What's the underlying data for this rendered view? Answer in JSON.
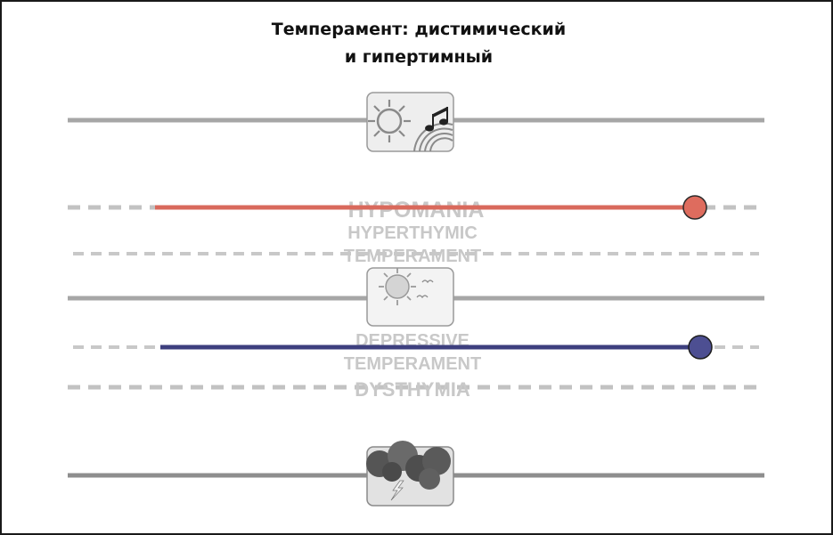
{
  "title": {
    "line1": "Темперамент: дистимический",
    "line2": "и гипертимный"
  },
  "labels": {
    "hypomania": "HYPOMANIA",
    "hyperthymic_1": "HYPERTHYMIC",
    "hyperthymic_2": "TEMPERAMENT",
    "depressive_1": "DEPRESSIVE",
    "depressive_2": "TEMPERAMENT",
    "dysthymia": "DYSTHYMIA"
  },
  "icons": {
    "top": "sun-music-icon",
    "middle": "sun-birds-icon",
    "bottom": "storm-cloud-icon"
  },
  "colors": {
    "hyperthymic_line": "#d9695c",
    "depressive_line": "#3d3f7e",
    "solid_line": "#a6a6a6",
    "dashed_line": "#c2c2c2",
    "dark_line": "#8e8e8e"
  }
}
